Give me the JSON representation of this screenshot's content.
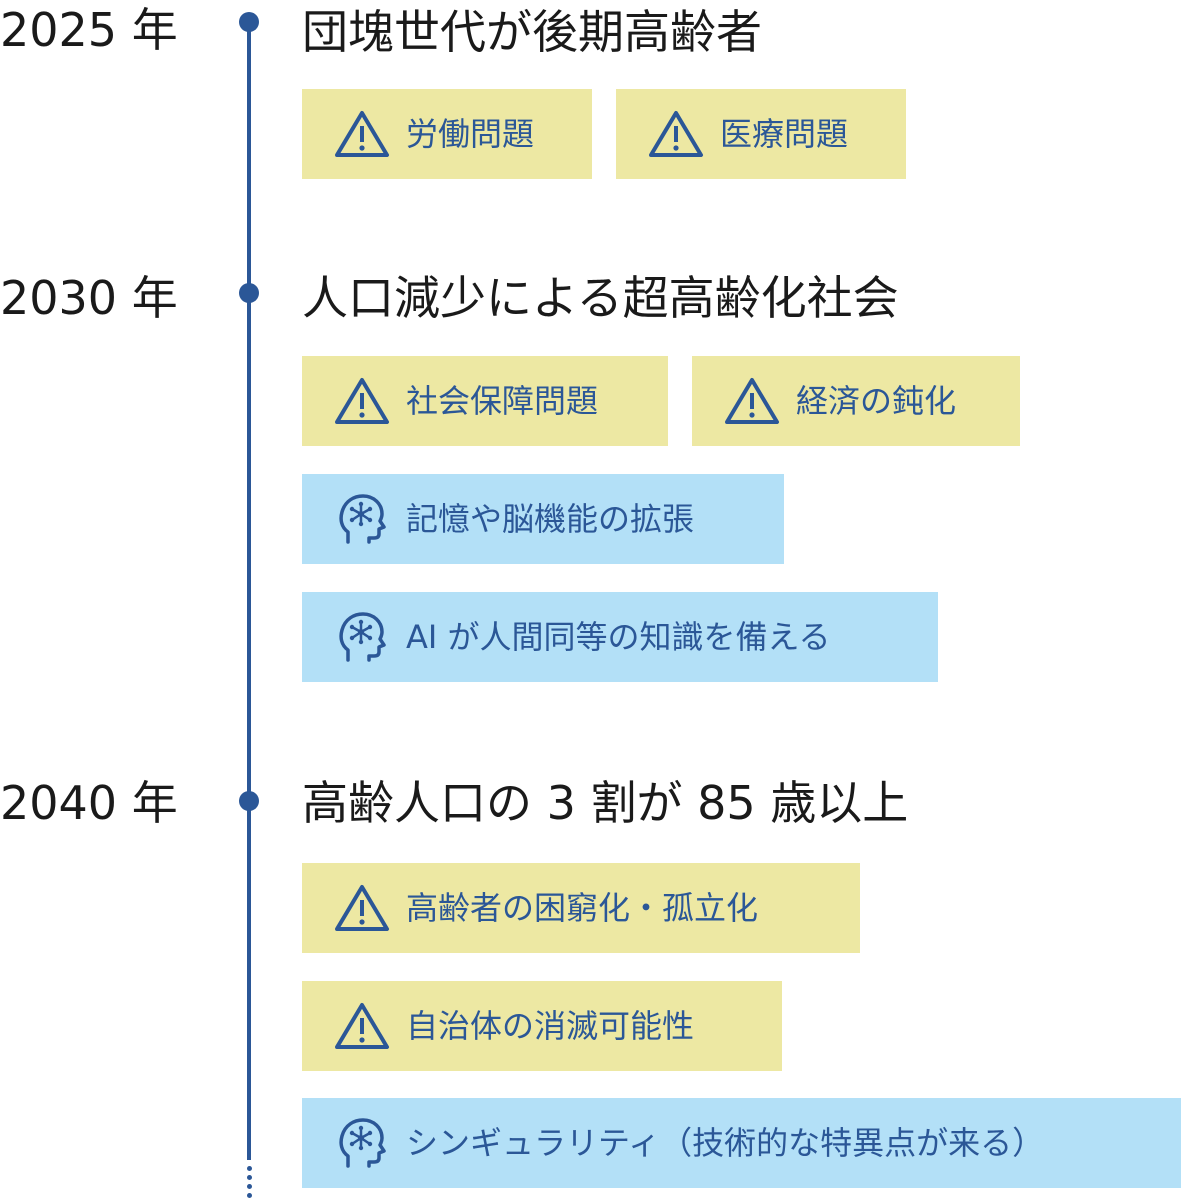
{
  "colors": {
    "timeline": "#2b5797",
    "warning_bg": "#ede8a3",
    "ai_bg": "#b3e0f7",
    "tag_text": "#2b5797"
  },
  "events": [
    {
      "year": "2025 年",
      "heading": "団塊世代が後期高齢者",
      "tags": [
        {
          "type": "warning",
          "icon": "warning-icon",
          "label": "労働問題"
        },
        {
          "type": "warning",
          "icon": "warning-icon",
          "label": "医療問題"
        }
      ]
    },
    {
      "year": "2030 年",
      "heading": "人口減少による超高齢化社会",
      "tags": [
        {
          "type": "warning",
          "icon": "warning-icon",
          "label": "社会保障問題"
        },
        {
          "type": "warning",
          "icon": "warning-icon",
          "label": "経済の鈍化"
        },
        {
          "type": "ai",
          "icon": "brain-icon",
          "label": "記憶や脳機能の拡張"
        },
        {
          "type": "ai",
          "icon": "brain-icon",
          "label": "AI が人間同等の知識を備える"
        }
      ]
    },
    {
      "year": "2040 年",
      "heading": "高齢人口の 3 割が 85 歳以上",
      "tags": [
        {
          "type": "warning",
          "icon": "warning-icon",
          "label": "高齢者の困窮化・孤立化"
        },
        {
          "type": "warning",
          "icon": "warning-icon",
          "label": "自治体の消滅可能性"
        },
        {
          "type": "ai",
          "icon": "brain-icon",
          "label": "シンギュラリティ（技術的な特異点が来る）"
        }
      ]
    }
  ]
}
